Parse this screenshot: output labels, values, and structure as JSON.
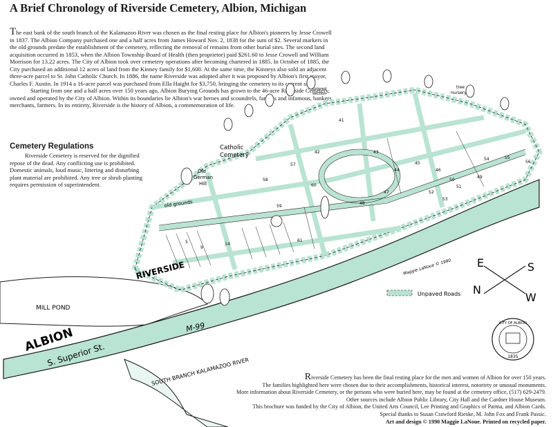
{
  "title": "A Brief Chronology of Riverside Cemetery, Albion, Michigan",
  "intro": {
    "dropcap": "T",
    "p1": "he east bank of the south branch of the Kalamazoo River was chosen as the final resting place for Albion's pioneers by Jesse Crowell in 1837.  The Albion Company purchased one and a half acres from James Howard Nov. 2, 1838 for the sum of $2. Several markers in the old grounds predate the establishment of the cemetery, reflecting the removal of remains from other burial sites.  The second land acquisition occurred in 1853, when the Albion Township Board of Health (then proprietor) paid $261.60 to Jesse Crowell and William Morrison for 13.22 acres.  The City of Albion took over cemetery operations after becoming chartered in 1885.  In October of 1885, the City purchased an additional 12 acres of land from the Kinney family for $1,600.  At the same time, the Kinneys also sold an adjacent three-acre parcel to St. John Catholic Church.  In 1886, the name Riverside was adopted after it was proposed by Albion's first mayor, Charles F. Austin.  In 1914 a 16-acre parcel was purchased from Ella Haight for $3,750, bringing the cemetery to its current size.",
    "p2": "Starting from one and a half  acres over 150 years ago, Albion Burying Grounds has grown to the 46-acre Riverside Cemetery, owned and operated by the City of Albion. Within its boundaries lie Albion's war heroes and scoundrels, famous and infamous, bankers, merchants, farmers.  In its entirety, Riverside is the history of Albion, a commemoration of life."
  },
  "regulations": {
    "title": "Cemetery Regulations",
    "text": "Riverside Cemetery is reserved for the dignified repose of the dead.  Any conflicting use is prohibited.  Domestic animals, loud music, littering and disturbing plant material are prohibited. Any tree or shrub planting requires permission of superintendent."
  },
  "footer": {
    "dropcap": "R",
    "lead": "iverside Cemetery has been the final resting place for the men and women of Albion for over 150 years.",
    "lines": [
      "The families highlighted here were chosen due to their accomplishments, historical interest, notoriety or unusual monuments.",
      "More information about Riverside Cemetery, or the persons who were buried here, may be found at the cemetery office, (517) 629-2479.",
      "Other sources include Albion Public Library, City Hall and the Cardner House Museum.",
      "This brochure was funded by the City of Albion, the United Arts Council, Lee Printing and Graphics of Parma, and Albion Cards.",
      "Special thanks to Susan Crawford Rieske,  M. John Fox and Frank Passic.",
      "Art and design © 1990 Maggie LaNoue.   Printed on recycled paper."
    ]
  },
  "map": {
    "road_color": "#b9e3d3",
    "river_color": "#ffffff",
    "labels": {
      "riverside": "RIVERSIDE",
      "albion": "ALBION",
      "mill_pond": "MILL POND",
      "m99": "M-99",
      "superior": "S. Superior St.",
      "south_branch": "SOUTH  BRANCH  KALAMAZOO  RIVER",
      "catholic": "Catholic",
      "cemetery": "Cemetery",
      "old": "Old",
      "german": "German",
      "hill": "Hill",
      "old_grounds": "old grounds",
      "colored": "colored",
      "section": "section",
      "tree": "tree",
      "nursery": "nursery",
      "unpaved": "Unpaved Roads",
      "signature": "Maggie  LaNoue  © 1990"
    },
    "compass": {
      "e": "E",
      "s": "S",
      "n": "N",
      "w": "W"
    },
    "seal": {
      "top": "CITY OF ALBION",
      "year": "1835"
    },
    "plots": [
      "41",
      "42",
      "43",
      "44",
      "45",
      "46",
      "47",
      "48",
      "49",
      "50",
      "51",
      "52",
      "53",
      "54",
      "55",
      "56",
      "57",
      "58",
      "59",
      "60",
      "61",
      "14",
      "9",
      "5"
    ]
  }
}
